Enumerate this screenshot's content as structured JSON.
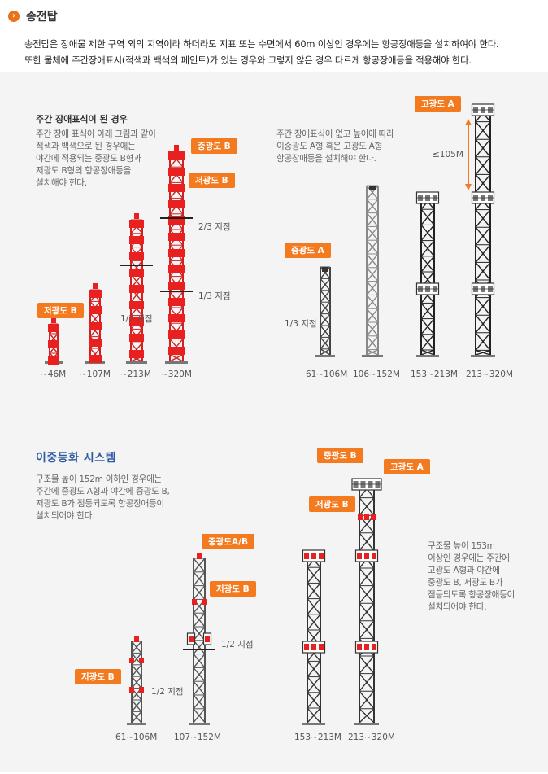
{
  "header": {
    "icon": "chevron-right-icon",
    "title": "송전탑"
  },
  "intro": {
    "line1": "송전탑은 장애물 제한 구역 외의 지역이라 하더라도 지표 또는 수면에서 60m 이상인 경우에는 항공장애등을 설치하여야 한다.",
    "line2": "또한 물체에 주간장애표시(적색과 백색의 페인트)가 있는 경우와  그렇지 않은 경우 다르게 항공장애등을 적용해야 한다."
  },
  "sec1": {
    "heading": "주간 장애표식이 된 경우",
    "desc": "주간 장애 표식이 아래 그림과 같이\n적색과 백색으로 된 경우에는\n야간에 적용되는 중광도 B형과\n저광도 B형의 항공장애등을\n설치해야 한다.",
    "tags": {
      "mid_b": "중광도 B",
      "low_b1": "저광도 B",
      "low_b2": "저광도 B"
    },
    "points": {
      "two_thirds": "2/3 지점",
      "one_third": "1/3 지점",
      "half": "1/2 지점"
    },
    "captions": [
      "~46M",
      "~107M",
      "~213M",
      "~320M"
    ]
  },
  "sec2": {
    "desc": "주간 장애표식이 없고 높이에 따라\n이중광도 A형 혹은 고광도 A형\n항공장애등을 설치해야 한다.",
    "tags": {
      "high_a": "고광도 A",
      "mid_a": "중광도 A"
    },
    "spacing": "≤105M",
    "point": "1/3 지점",
    "captions": [
      "61~106M",
      "106~152M",
      "153~213M",
      "213~320M"
    ]
  },
  "sec3": {
    "heading": "이중등화 시스템",
    "desc": "구조물 높이 152m 이하인 경우에는\n주간에 중광도 A형과 야간에 중광도 B,\n저광도 B가 점등되도록 항공장애등이\n설치되어야 한다.",
    "tags": {
      "mid_ab": "중광도A/B",
      "low_b_a": "저광도 B",
      "low_b_b": "저광도 B"
    },
    "points": {
      "half_a": "1/2 지점",
      "half_b": "1/2 지점"
    },
    "captions": [
      "61~106M",
      "107~152M"
    ]
  },
  "sec4": {
    "desc": "구조물 높이 153m\n이상인 경우에는 주간에\n고광도 A형과 야간에\n중광도 B, 저광도 B가\n점등되도록 항공장애등이\n설치되어야 한다.",
    "tags": {
      "mid_b": "중광도 B",
      "high_a": "고광도 A",
      "low_b": "저광도 B"
    },
    "captions": [
      "153~213M",
      "213~320M"
    ]
  },
  "colors": {
    "accent": "#f47a1f",
    "red": "#e8201f",
    "heading_blue": "#2d5aa0",
    "panel": "#f4f4f4"
  }
}
